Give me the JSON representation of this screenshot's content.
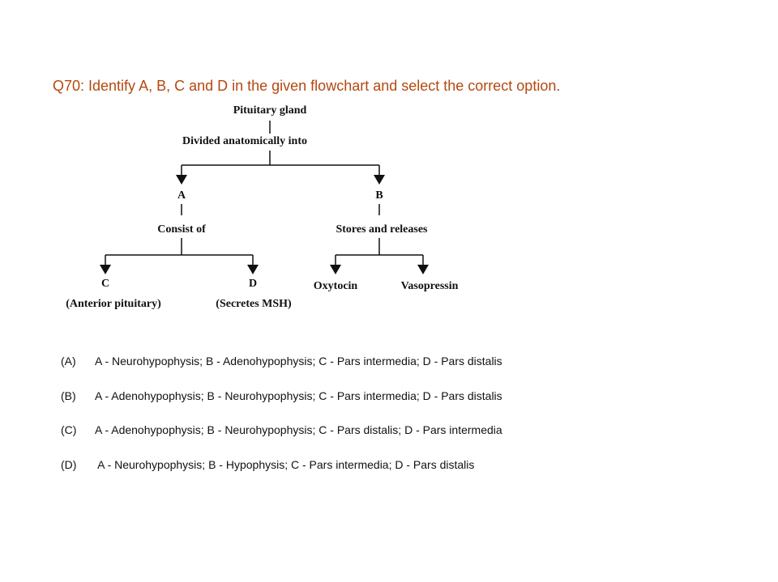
{
  "question": "Q70: Identify A, B, C and D in the given flowchart and select the correct option.",
  "flowchart": {
    "root": "Pituitary gland",
    "root_relation": "Divided anatomically into",
    "left_node": "A",
    "left_relation": "Consist of",
    "left_child_1": "C",
    "left_child_1_note": "(Anterior pituitary)",
    "left_child_2": "D",
    "left_child_2_note": "(Secretes MSH)",
    "right_node": "B",
    "right_relation": "Stores and releases",
    "right_child_1": "Oxytocin",
    "right_child_2": "Vasopressin"
  },
  "options": [
    {
      "letter": "(A)",
      "text": "A - Neurohypophysis; B - Adenohypophysis; C - Pars intermedia; D - Pars distalis"
    },
    {
      "letter": "(B)",
      "text": "A - Adenohypophysis; B - Neurohypophysis; C - Pars intermedia; D -  Pars distalis"
    },
    {
      "letter": "(C)",
      "text": "A - Adenohypophysis; B - Neurohypophysis; C - Pars distalis; D - Pars intermedia"
    },
    {
      "letter": "(D)",
      "text": " A - Neurohypophysis; B - Hypophysis; C - Pars intermedia; D - Pars distalis"
    }
  ]
}
